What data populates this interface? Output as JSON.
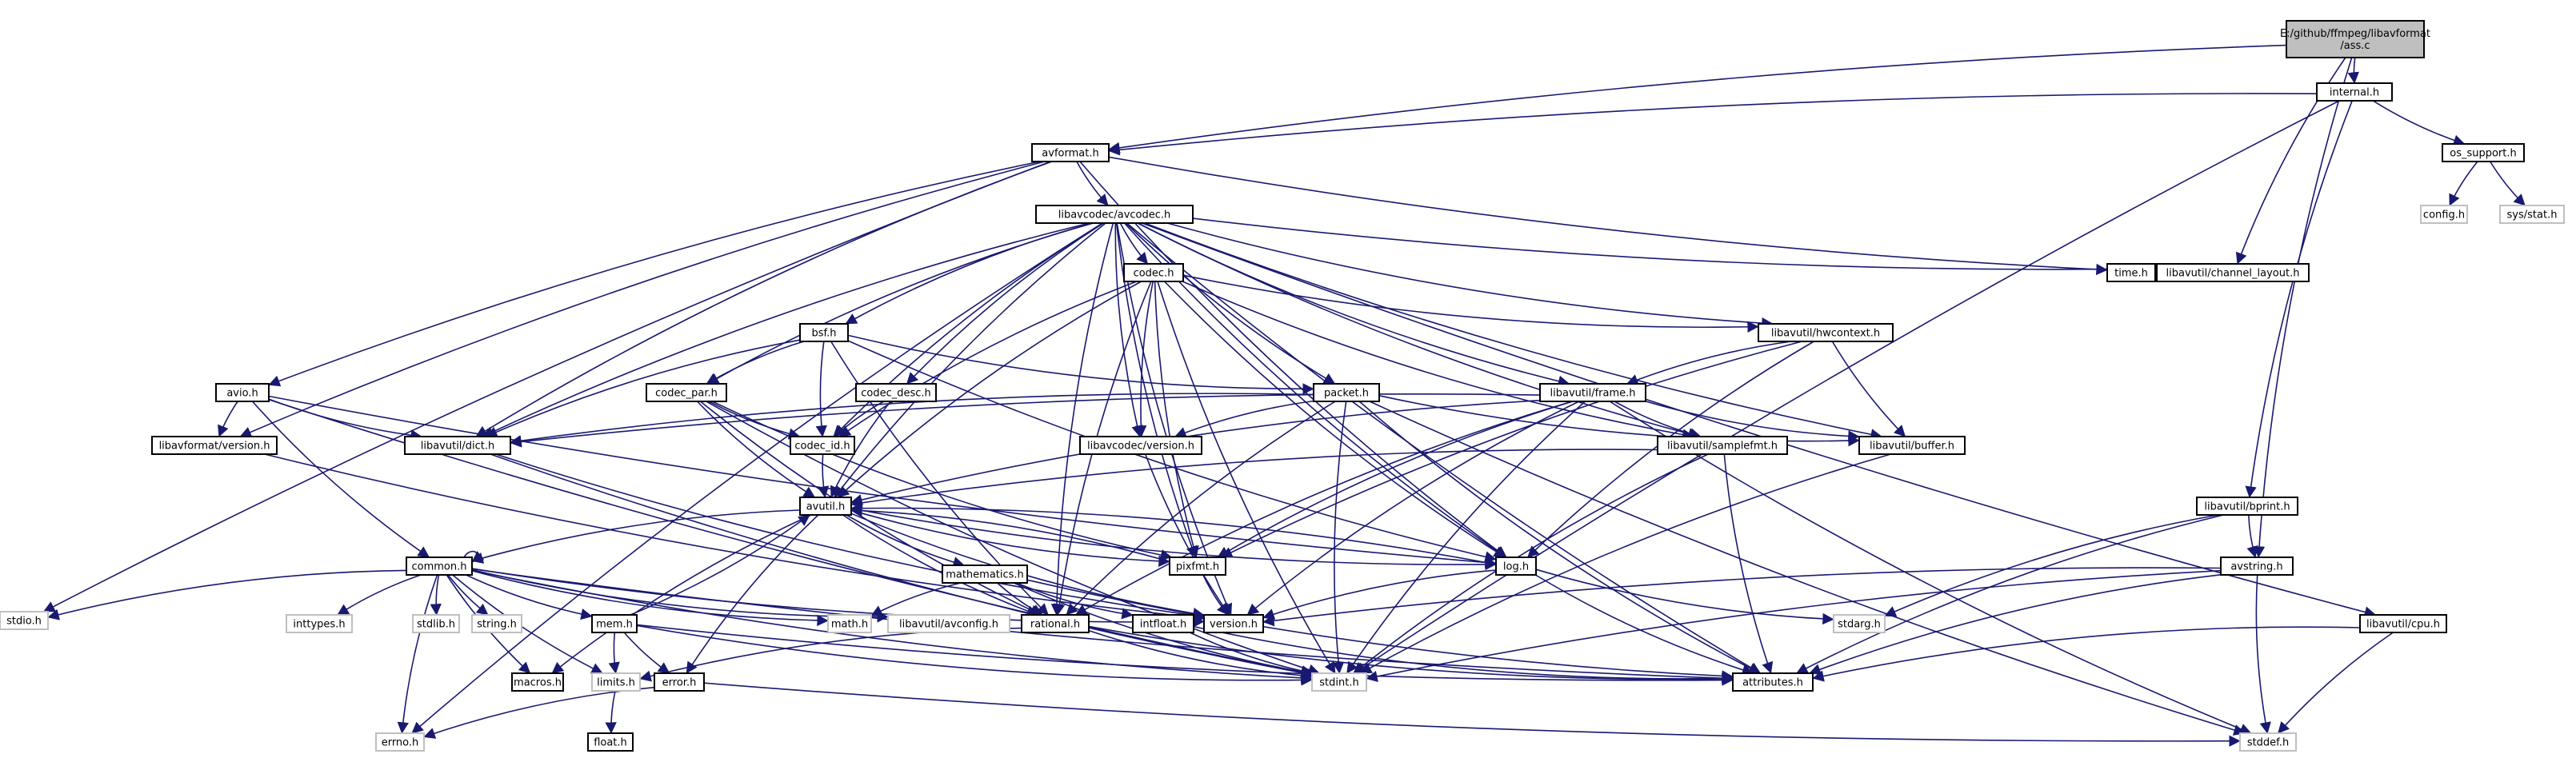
{
  "graph": {
    "type": "include-dependency-graph",
    "colors": {
      "edge": "#191970",
      "root_fill": "#bfbfbf",
      "node_border": "#000000",
      "system_border": "#bfbfbf"
    },
    "nodes": [
      {
        "id": "root",
        "label": [
          "E:/github/ffmpeg/libavformat",
          "/ass.c"
        ],
        "kind": "root"
      },
      {
        "id": "internal",
        "label": [
          "internal.h"
        ],
        "kind": "local"
      },
      {
        "id": "avformat",
        "label": [
          "avformat.h"
        ],
        "kind": "local"
      },
      {
        "id": "os_support",
        "label": [
          "os_support.h"
        ],
        "kind": "local"
      },
      {
        "id": "config",
        "label": [
          "config.h"
        ],
        "kind": "system"
      },
      {
        "id": "sysstat",
        "label": [
          "sys/stat.h"
        ],
        "kind": "system"
      },
      {
        "id": "avcodec",
        "label": [
          "libavcodec/avcodec.h"
        ],
        "kind": "local"
      },
      {
        "id": "time",
        "label": [
          "time.h"
        ],
        "kind": "local"
      },
      {
        "id": "channel_layout",
        "label": [
          "libavutil/channel_layout.h"
        ],
        "kind": "local"
      },
      {
        "id": "codec",
        "label": [
          "codec.h"
        ],
        "kind": "local"
      },
      {
        "id": "bsf",
        "label": [
          "bsf.h"
        ],
        "kind": "local"
      },
      {
        "id": "hwcontext",
        "label": [
          "libavutil/hwcontext.h"
        ],
        "kind": "local"
      },
      {
        "id": "avio",
        "label": [
          "avio.h"
        ],
        "kind": "local"
      },
      {
        "id": "codec_par",
        "label": [
          "codec_par.h"
        ],
        "kind": "local"
      },
      {
        "id": "codec_desc",
        "label": [
          "codec_desc.h"
        ],
        "kind": "local"
      },
      {
        "id": "packet",
        "label": [
          "packet.h"
        ],
        "kind": "local"
      },
      {
        "id": "frame",
        "label": [
          "libavutil/frame.h"
        ],
        "kind": "local"
      },
      {
        "id": "dict",
        "label": [
          "libavutil/dict.h"
        ],
        "kind": "local"
      },
      {
        "id": "codec_id",
        "label": [
          "codec_id.h"
        ],
        "kind": "local"
      },
      {
        "id": "avcodec_version",
        "label": [
          "libavcodec/version.h"
        ],
        "kind": "local"
      },
      {
        "id": "samplefmt",
        "label": [
          "libavutil/samplefmt.h"
        ],
        "kind": "local"
      },
      {
        "id": "buffer",
        "label": [
          "libavutil/buffer.h"
        ],
        "kind": "local"
      },
      {
        "id": "avformat_version",
        "label": [
          "libavformat/version.h"
        ],
        "kind": "local"
      },
      {
        "id": "avutil",
        "label": [
          "avutil.h"
        ],
        "kind": "local"
      },
      {
        "id": "bprint",
        "label": [
          "libavutil/bprint.h"
        ],
        "kind": "local"
      },
      {
        "id": "common",
        "label": [
          "common.h"
        ],
        "kind": "local"
      },
      {
        "id": "pixfmt",
        "label": [
          "pixfmt.h"
        ],
        "kind": "local"
      },
      {
        "id": "log",
        "label": [
          "log.h"
        ],
        "kind": "local"
      },
      {
        "id": "avstring",
        "label": [
          "avstring.h"
        ],
        "kind": "local"
      },
      {
        "id": "mathematics",
        "label": [
          "mathematics.h"
        ],
        "kind": "local"
      },
      {
        "id": "stdio",
        "label": [
          "stdio.h"
        ],
        "kind": "system"
      },
      {
        "id": "inttypes",
        "label": [
          "inttypes.h"
        ],
        "kind": "system"
      },
      {
        "id": "stdlib",
        "label": [
          "stdlib.h"
        ],
        "kind": "system"
      },
      {
        "id": "string",
        "label": [
          "string.h"
        ],
        "kind": "system"
      },
      {
        "id": "mem",
        "label": [
          "mem.h"
        ],
        "kind": "local"
      },
      {
        "id": "math",
        "label": [
          "math.h"
        ],
        "kind": "system"
      },
      {
        "id": "avconfig",
        "label": [
          "libavutil/avconfig.h"
        ],
        "kind": "system"
      },
      {
        "id": "rational",
        "label": [
          "rational.h"
        ],
        "kind": "local"
      },
      {
        "id": "intfloat",
        "label": [
          "intfloat.h"
        ],
        "kind": "local"
      },
      {
        "id": "version",
        "label": [
          "version.h"
        ],
        "kind": "local"
      },
      {
        "id": "stdarg",
        "label": [
          "stdarg.h"
        ],
        "kind": "system"
      },
      {
        "id": "cpu",
        "label": [
          "libavutil/cpu.h"
        ],
        "kind": "local"
      },
      {
        "id": "macros",
        "label": [
          "macros.h"
        ],
        "kind": "local"
      },
      {
        "id": "limits",
        "label": [
          "limits.h"
        ],
        "kind": "system"
      },
      {
        "id": "error",
        "label": [
          "error.h"
        ],
        "kind": "local"
      },
      {
        "id": "stdint",
        "label": [
          "stdint.h"
        ],
        "kind": "system"
      },
      {
        "id": "attributes",
        "label": [
          "attributes.h"
        ],
        "kind": "local"
      },
      {
        "id": "errno",
        "label": [
          "errno.h"
        ],
        "kind": "system"
      },
      {
        "id": "float",
        "label": [
          "float.h"
        ],
        "kind": "local"
      },
      {
        "id": "stddef",
        "label": [
          "stddef.h"
        ],
        "kind": "system"
      }
    ],
    "edges": [
      [
        "root",
        "internal"
      ],
      [
        "root",
        "avformat"
      ],
      [
        "root",
        "channel_layout"
      ],
      [
        "root",
        "avstring"
      ],
      [
        "internal",
        "avformat"
      ],
      [
        "internal",
        "os_support"
      ],
      [
        "internal",
        "bprint"
      ],
      [
        "internal",
        "stdint"
      ],
      [
        "os_support",
        "config"
      ],
      [
        "os_support",
        "sysstat"
      ],
      [
        "avformat",
        "time"
      ],
      [
        "avformat",
        "stdio"
      ],
      [
        "avformat",
        "avcodec"
      ],
      [
        "avformat",
        "avio"
      ],
      [
        "avformat",
        "dict"
      ],
      [
        "avformat",
        "avformat_version"
      ],
      [
        "avformat",
        "log"
      ],
      [
        "avcodec",
        "errno"
      ],
      [
        "avcodec",
        "samplefmt"
      ],
      [
        "avcodec",
        "attributes"
      ],
      [
        "avcodec",
        "avutil"
      ],
      [
        "avcodec",
        "buffer"
      ],
      [
        "avcodec",
        "cpu"
      ],
      [
        "avcodec",
        "channel_layout"
      ],
      [
        "avcodec",
        "dict"
      ],
      [
        "avcodec",
        "frame"
      ],
      [
        "avcodec",
        "log"
      ],
      [
        "avcodec",
        "pixfmt"
      ],
      [
        "avcodec",
        "rational"
      ],
      [
        "avcodec",
        "version"
      ],
      [
        "avcodec",
        "codec"
      ],
      [
        "avcodec",
        "codec_desc"
      ],
      [
        "avcodec",
        "codec_id"
      ],
      [
        "avcodec",
        "codec_par"
      ],
      [
        "avcodec",
        "packet"
      ],
      [
        "avcodec",
        "bsf"
      ],
      [
        "avcodec",
        "hwcontext"
      ],
      [
        "avcodec",
        "avcodec_version"
      ],
      [
        "codec",
        "stdint"
      ],
      [
        "codec",
        "avutil"
      ],
      [
        "codec",
        "hwcontext"
      ],
      [
        "codec",
        "log"
      ],
      [
        "codec",
        "pixfmt"
      ],
      [
        "codec",
        "rational"
      ],
      [
        "codec",
        "samplefmt"
      ],
      [
        "codec",
        "codec_id"
      ],
      [
        "codec",
        "avcodec_version"
      ],
      [
        "bsf",
        "dict"
      ],
      [
        "bsf",
        "log"
      ],
      [
        "bsf",
        "rational"
      ],
      [
        "bsf",
        "codec_id"
      ],
      [
        "bsf",
        "codec_par"
      ],
      [
        "bsf",
        "packet"
      ],
      [
        "hwcontext",
        "buffer"
      ],
      [
        "hwcontext",
        "frame"
      ],
      [
        "hwcontext",
        "log"
      ],
      [
        "hwcontext",
        "pixfmt"
      ],
      [
        "avio",
        "stdint"
      ],
      [
        "avio",
        "common"
      ],
      [
        "avio",
        "dict"
      ],
      [
        "avio",
        "log"
      ],
      [
        "avio",
        "avformat_version"
      ],
      [
        "codec_par",
        "stdint"
      ],
      [
        "codec_par",
        "avutil"
      ],
      [
        "codec_par",
        "rational"
      ],
      [
        "codec_par",
        "pixfmt"
      ],
      [
        "codec_par",
        "codec_id"
      ],
      [
        "codec_desc",
        "avutil"
      ],
      [
        "codec_desc",
        "codec_id"
      ],
      [
        "packet",
        "stddef"
      ],
      [
        "packet",
        "stdint"
      ],
      [
        "packet",
        "attributes"
      ],
      [
        "packet",
        "buffer"
      ],
      [
        "packet",
        "dict"
      ],
      [
        "packet",
        "rational"
      ],
      [
        "packet",
        "avcodec_version"
      ],
      [
        "frame",
        "stddef"
      ],
      [
        "frame",
        "stdint"
      ],
      [
        "frame",
        "avutil"
      ],
      [
        "frame",
        "buffer"
      ],
      [
        "frame",
        "dict"
      ],
      [
        "frame",
        "rational"
      ],
      [
        "frame",
        "samplefmt"
      ],
      [
        "frame",
        "pixfmt"
      ],
      [
        "frame",
        "version"
      ],
      [
        "dict",
        "stdint"
      ],
      [
        "dict",
        "version"
      ],
      [
        "codec_id",
        "avutil"
      ],
      [
        "avcodec_version",
        "version"
      ],
      [
        "samplefmt",
        "avutil"
      ],
      [
        "samplefmt",
        "attributes"
      ],
      [
        "samplefmt",
        "stdint"
      ],
      [
        "buffer",
        "stdint"
      ],
      [
        "avformat_version",
        "version"
      ],
      [
        "avutil",
        "common"
      ],
      [
        "avutil",
        "error"
      ],
      [
        "avutil",
        "version"
      ],
      [
        "avutil",
        "macros"
      ],
      [
        "avutil",
        "mathematics"
      ],
      [
        "avutil",
        "rational"
      ],
      [
        "avutil",
        "log"
      ],
      [
        "avutil",
        "pixfmt"
      ],
      [
        "bprint",
        "stdarg"
      ],
      [
        "bprint",
        "attributes"
      ],
      [
        "bprint",
        "avstring"
      ],
      [
        "common",
        "errno"
      ],
      [
        "common",
        "inttypes"
      ],
      [
        "common",
        "limits"
      ],
      [
        "common",
        "math"
      ],
      [
        "common",
        "stdint"
      ],
      [
        "common",
        "stdio"
      ],
      [
        "common",
        "stdlib"
      ],
      [
        "common",
        "string"
      ],
      [
        "common",
        "attributes"
      ],
      [
        "common",
        "macros"
      ],
      [
        "common",
        "version"
      ],
      [
        "common",
        "avconfig"
      ],
      [
        "common",
        "mem"
      ],
      [
        "common",
        "common"
      ],
      [
        "pixfmt",
        "avutil"
      ],
      [
        "pixfmt",
        "version"
      ],
      [
        "log",
        "stdarg"
      ],
      [
        "log",
        "avutil"
      ],
      [
        "log",
        "attributes"
      ],
      [
        "log",
        "version"
      ],
      [
        "avstring",
        "stddef"
      ],
      [
        "avstring",
        "stdint"
      ],
      [
        "avstring",
        "attributes"
      ],
      [
        "avstring",
        "version"
      ],
      [
        "mathematics",
        "stdint"
      ],
      [
        "mathematics",
        "math"
      ],
      [
        "mathematics",
        "attributes"
      ],
      [
        "mathematics",
        "rational"
      ],
      [
        "mathematics",
        "intfloat"
      ],
      [
        "mem",
        "limits"
      ],
      [
        "mem",
        "stdint"
      ],
      [
        "mem",
        "attributes"
      ],
      [
        "mem",
        "error"
      ],
      [
        "mem",
        "avutil"
      ],
      [
        "rational",
        "stdint"
      ],
      [
        "rational",
        "limits"
      ],
      [
        "rational",
        "attributes"
      ],
      [
        "intfloat",
        "stdint"
      ],
      [
        "intfloat",
        "attributes"
      ],
      [
        "cpu",
        "stddef"
      ],
      [
        "cpu",
        "attributes"
      ],
      [
        "error",
        "errno"
      ],
      [
        "error",
        "stddef"
      ],
      [
        "limits",
        "float"
      ]
    ]
  }
}
